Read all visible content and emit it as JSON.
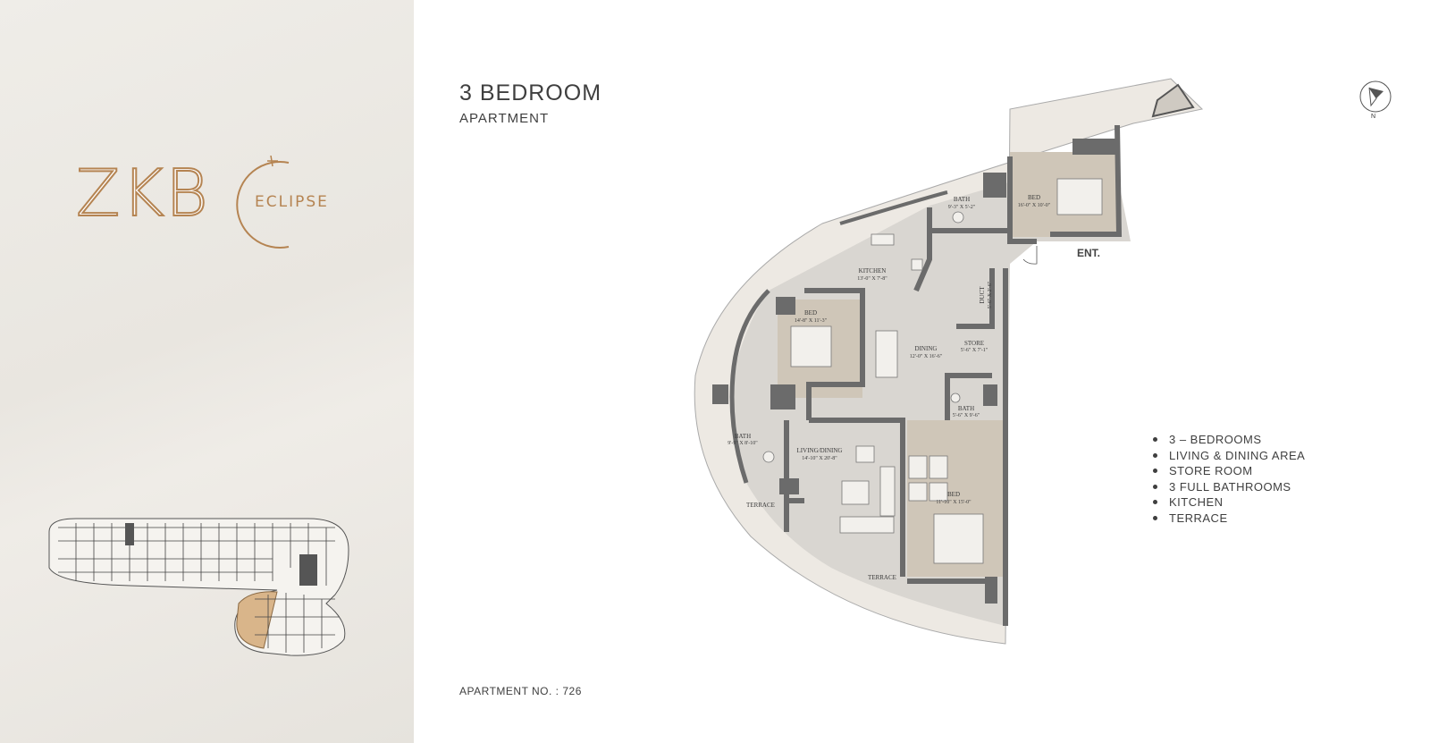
{
  "brand": {
    "logo_name": "ZKB",
    "logo_sub": "ECLIPSE",
    "accent": "#b58452"
  },
  "heading": {
    "title": "3 BEDROOM",
    "subtitle": "APARTMENT"
  },
  "apartment_no": "APARTMENT NO. : 726",
  "features": [
    "3 – BEDROOMS",
    "LIVING & DINING AREA",
    "STORE ROOM",
    "3 FULL BATHROOMS",
    "KITCHEN",
    "TERRACE"
  ],
  "plan": {
    "entrance": "ENT.",
    "rooms": {
      "bed1": {
        "name": "BED",
        "dim": "16'-0\" X 10'-0\""
      },
      "bath1": {
        "name": "BATH",
        "dim": "9'-3\" X 5'-2\""
      },
      "kitchen": {
        "name": "KITCHEN",
        "dim": "13'-0\" X 7'-8\""
      },
      "bed2": {
        "name": "BED",
        "dim": "14'-8\" X 11'-3\""
      },
      "dining": {
        "name": "DINING",
        "dim": "12'-0\" X 16'-6\""
      },
      "store": {
        "name": "STORE",
        "dim": "5'-6\" X 7'-1\""
      },
      "duct": {
        "name": "DUCT",
        "dim": "5'-6\" X 2'-6\""
      },
      "bath2": {
        "name": "BATH",
        "dim": "5'-6\" X 9'-6\""
      },
      "bath3": {
        "name": "BATH",
        "dim": "9'-9\" X 8'-10\""
      },
      "living": {
        "name": "LIVING/DINING",
        "dim": "14'-10\" X 20'-8\""
      },
      "bed3": {
        "name": "BED",
        "dim": "11'-10\" X 15'-0\""
      },
      "terrace1": {
        "name": "TERRACE"
      },
      "terrace2": {
        "name": "TERRACE"
      }
    }
  },
  "colors": {
    "wall": "#6b6b6b",
    "floor": "#d9d6d1",
    "wood": "#cfc6b8",
    "terrace": "#ece9e4",
    "text": "#3f3f3f"
  }
}
